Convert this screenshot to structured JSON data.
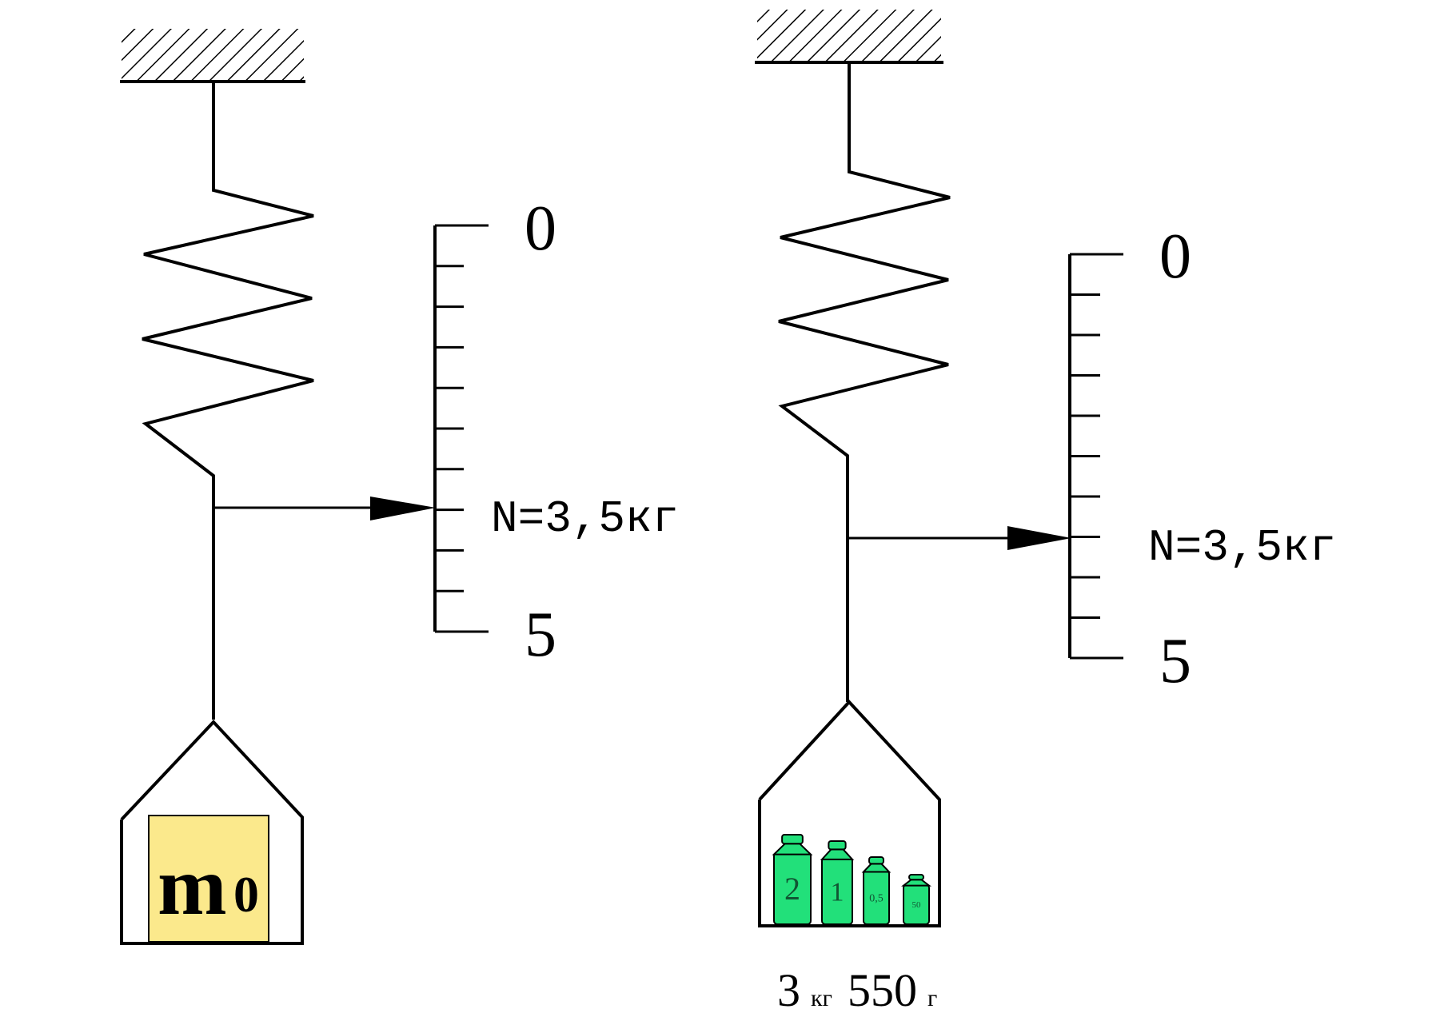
{
  "left_setup": {
    "scale": {
      "top_label": "0",
      "bottom_label": "5",
      "reading": "N=3,5кг",
      "divisions": 10,
      "pointer_division": 7
    },
    "load": {
      "mass_label_main": "m",
      "mass_label_sub": "0",
      "box_fill": "#fbe98c"
    }
  },
  "right_setup": {
    "scale": {
      "top_label": "0",
      "bottom_label": "5",
      "reading": "N=3,5кг",
      "divisions": 10,
      "pointer_division": 7
    },
    "weights": [
      {
        "label": "2"
      },
      {
        "label": "1"
      },
      {
        "label": "0,5"
      },
      {
        "label": "50"
      }
    ],
    "weights_fill": "#22e07a",
    "total": {
      "kg_value": "3",
      "kg_unit": "кг",
      "g_value": "550",
      "g_unit": "г"
    }
  },
  "colors": {
    "line": "#000000",
    "background": "#ffffff"
  }
}
